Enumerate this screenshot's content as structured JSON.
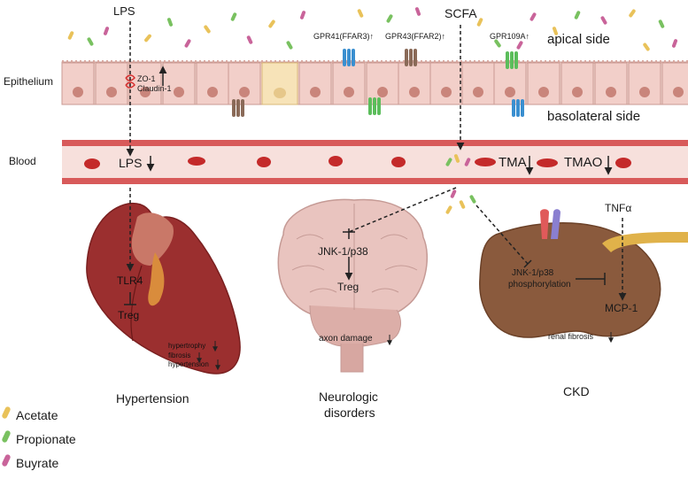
{
  "regions": {
    "epithelium": "Epithelium",
    "blood": "Blood",
    "apical": "apical side",
    "basolateral": "basolateral  side"
  },
  "top": {
    "lps": "LPS",
    "scfa": "SCFA"
  },
  "receptors": {
    "gpr41": "GPR41(FFAR3)",
    "gpr43": "GPR43(FFAR2)",
    "gpr109a": "GPR109A",
    "up_arrow": "↑"
  },
  "junctions": {
    "zo1": "ZO-1",
    "claudin": "Claudin-1"
  },
  "blood_labels": {
    "lps": "LPS",
    "tma": "TMA",
    "tmao": "TMAO"
  },
  "heart": {
    "tlr4": "TLR4",
    "treg": "Treg",
    "effects": [
      "hypertrophy",
      "fibrosis",
      "hypertension"
    ],
    "title": "Hypertension"
  },
  "brain": {
    "jnk": "JNK-1/p38",
    "treg": "Treg",
    "axon": "axon damage",
    "title_line1": "Neurologic",
    "title_line2": "disorders"
  },
  "kidney": {
    "tnf": "TNFα",
    "jnk_line1": "JNK-1/p38",
    "jnk_line2": "phosphorylation",
    "mcp": "MCP-1",
    "fibrosis": "renal fibrosis",
    "title": "CKD"
  },
  "legend": [
    {
      "label": "Acetate",
      "color": "#e9c25a"
    },
    {
      "label": "Propionate",
      "color": "#79c160"
    },
    {
      "label": "Buyrate",
      "color": "#c9649a"
    }
  ],
  "colors": {
    "cell": "#f2cfc9",
    "cell_border": "#c99a93",
    "nucleus": "#c9857b",
    "vessel": "#d85a5a",
    "rbc": "#c42a2a",
    "heart": "#9b2f2f",
    "brain": "#e9c4bf",
    "kidney": "#8a5a3d",
    "gpr41": "#3a8fd0",
    "gpr43": "#8a6a58",
    "gpr109a": "#5bbd5b"
  }
}
